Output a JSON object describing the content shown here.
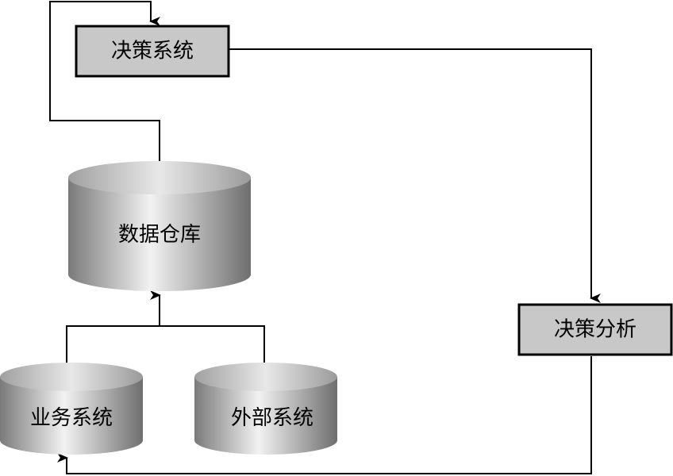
{
  "nodes": {
    "decision_system": {
      "label": "决策系统",
      "shape": "rectangle"
    },
    "decision_analysis": {
      "label": "决策分析",
      "shape": "rectangle"
    },
    "data_warehouse": {
      "label": "数据仓库",
      "shape": "cylinder"
    },
    "business_system": {
      "label": "业务系统",
      "shape": "cylinder"
    },
    "external_system": {
      "label": "外部系统",
      "shape": "cylinder"
    }
  },
  "edges": [
    {
      "from": "business_system",
      "to": "data_warehouse"
    },
    {
      "from": "external_system",
      "to": "data_warehouse"
    },
    {
      "from": "data_warehouse",
      "to": "decision_system"
    },
    {
      "from": "decision_system",
      "to": "decision_analysis"
    },
    {
      "from": "decision_analysis",
      "to": "business_system"
    }
  ],
  "colors": {
    "box_fill": "#c8c8c8",
    "line": "#000000",
    "cylinder_dark": "#7a7a7a",
    "cylinder_light": "#f2f2f2"
  }
}
